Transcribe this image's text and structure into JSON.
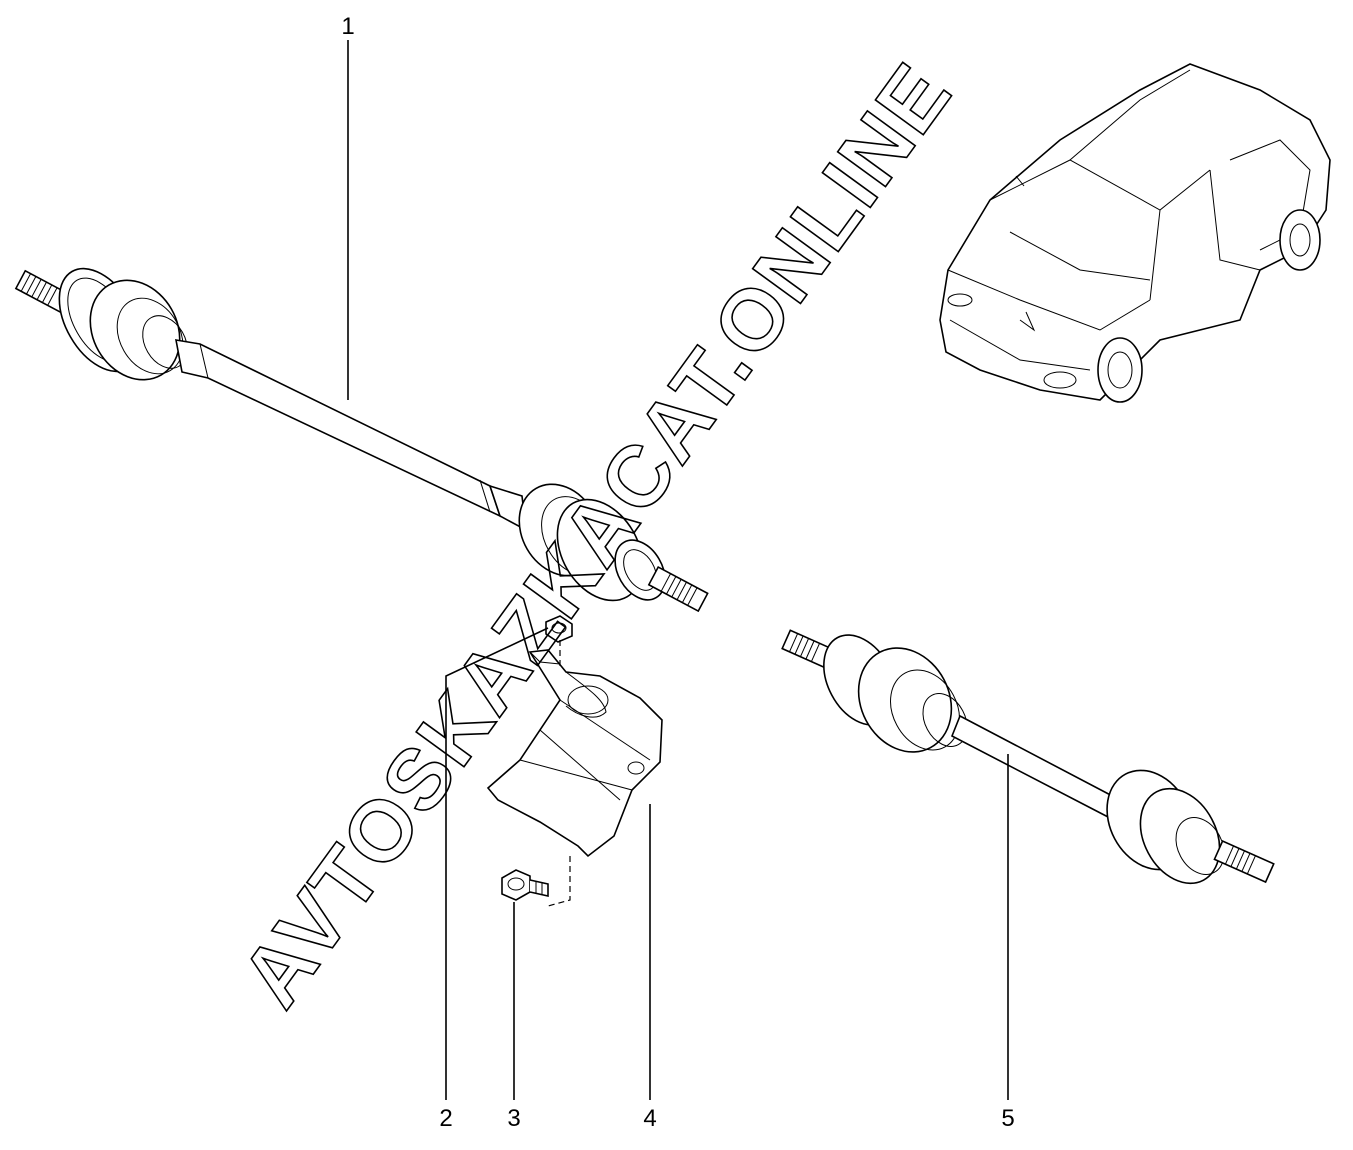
{
  "callouts": [
    "1",
    "2",
    "3",
    "4",
    "5"
  ],
  "watermark": "AVTOSKAZKACAT.ONLINE"
}
